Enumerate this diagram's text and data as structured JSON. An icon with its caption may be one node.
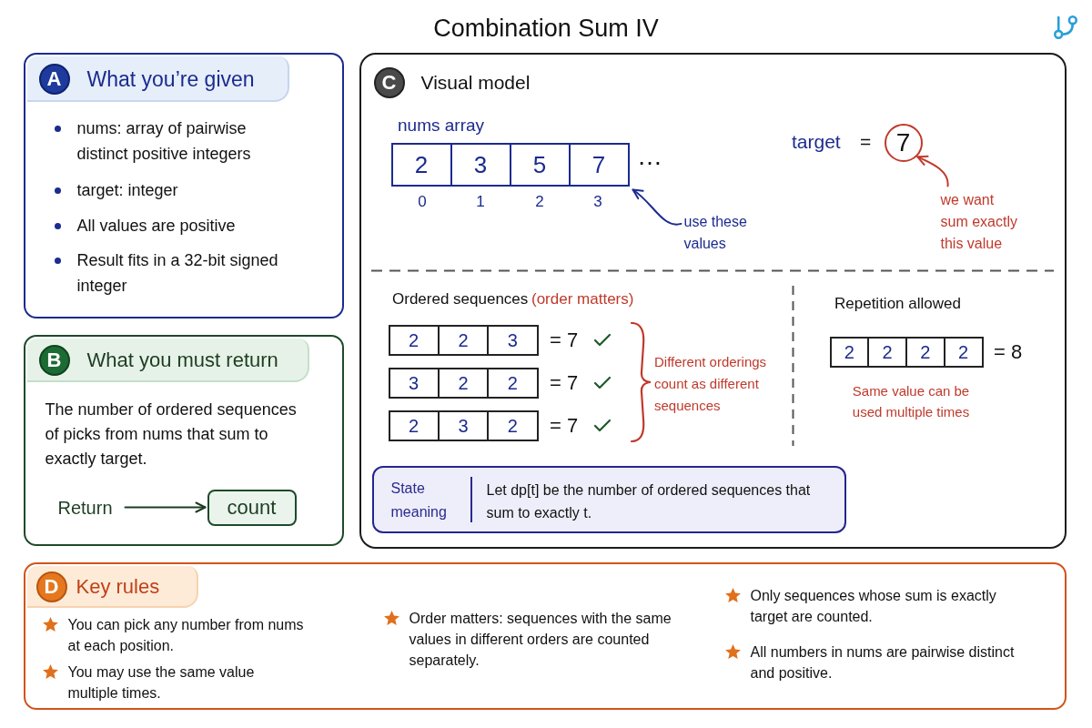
{
  "diagram": {
    "title": "Combination Sum IV",
    "nodes": [
      {
        "text": [
          "nums: array of pairwise distinct positive integers",
          "target: integer",
          "All values are positive",
          "Result fits in a 32-bit signed integer"
        ]
      },
      {
        "text": [
          "What you’re given"
        ],
        "in": 0
      },
      {
        "text": [
          "A"
        ],
        "in": 1
      },
      {
        "text": [
          "The number of ordered sequences of picks from nums that sum to exactly target."
        ]
      },
      {
        "text": [
          "What you must return"
        ],
        "in": 3
      },
      {
        "text": [
          "B"
        ],
        "in": 4
      },
      {
        "text": [
          "Return"
        ],
        "in": 3
      },
      {
        "text": [
          "count"
        ],
        "in": 3
      },
      {
        "text": [
          "Visual model"
        ]
      },
      {
        "text": [
          "C"
        ],
        "in": 8
      },
      {
        "text": [
          "2",
          "3",
          "5",
          "7"
        ],
        "in": 8,
        "beside": [
          "nums array",
          "…",
          "0",
          "1",
          "2",
          "3"
        ]
      },
      {
        "text": [
          "use these values"
        ],
        "in": 8
      },
      {
        "text": [
          "7"
        ],
        "in": 8,
        "beside": [
          "target",
          "="
        ]
      },
      {
        "text": [
          "we want sum exactly this value"
        ],
        "in": 8
      },
      {
        "text": [
          "2",
          "2",
          "3"
        ],
        "in": 8,
        "beside": [
          "= 7"
        ]
      },
      {
        "text": [
          "3",
          "2",
          "2"
        ],
        "in": 8,
        "beside": [
          "= 7"
        ]
      },
      {
        "text": [
          "2",
          "3",
          "2"
        ],
        "in": 8,
        "beside": [
          "= 7"
        ]
      },
      {
        "text": [
          "2",
          "2",
          "2",
          "2"
        ],
        "in": 8,
        "beside": [
          "= 8"
        ]
      },
      {
        "text": [
          "State meaning",
          "Let dp[t] be the number of ordered sequences that sum to exactly t."
        ],
        "in": 8
      },
      {
        "text": [
          "You can pick any number from nums at each position.",
          "You may use the same value multiple times.",
          "Order matters: sequences with the same values in different orders are counted separately.",
          "Only sequences whose sum is exactly target are counted.",
          "All numbers in nums are pairwise distinct and positive."
        ]
      },
      {
        "text": [
          "Key rules"
        ],
        "in": 19
      },
      {
        "text": [
          "D"
        ],
        "in": 20
      }
    ],
    "edges": [
      {
        "from": 6,
        "to": 7,
        "arrow": "to",
        "color": "#1d3d22"
      },
      {
        "from": 11,
        "to": 10,
        "arrow": "to",
        "color": "#1b2b8f"
      },
      {
        "from": 13,
        "to": 12,
        "arrow": "to",
        "color": "#c0392b"
      }
    ],
    "labels": [
      "Ordered sequences",
      "(order matters)",
      "Different orderings count as different sequences",
      "Repetition allowed",
      "Same value can be used multiple times"
    ]
  }
}
